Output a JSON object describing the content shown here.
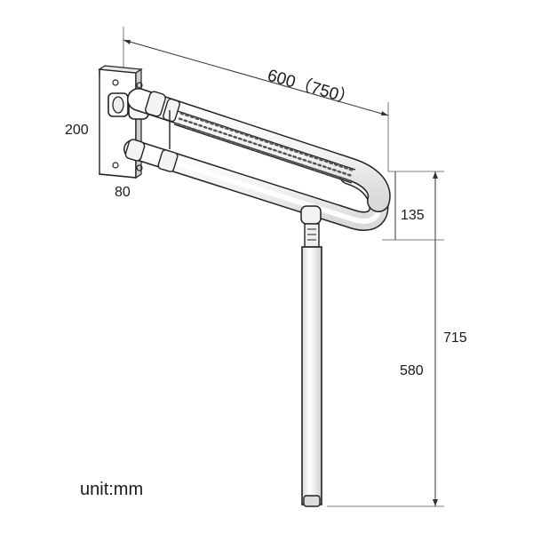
{
  "dimensions": {
    "width_label": "600（750）",
    "plate_height_label": "200",
    "plate_depth_label": "80",
    "bar_spacing_label": "135",
    "leg_length_label": "580",
    "total_height_label": "715"
  },
  "unit_label": "unit:mm"
}
